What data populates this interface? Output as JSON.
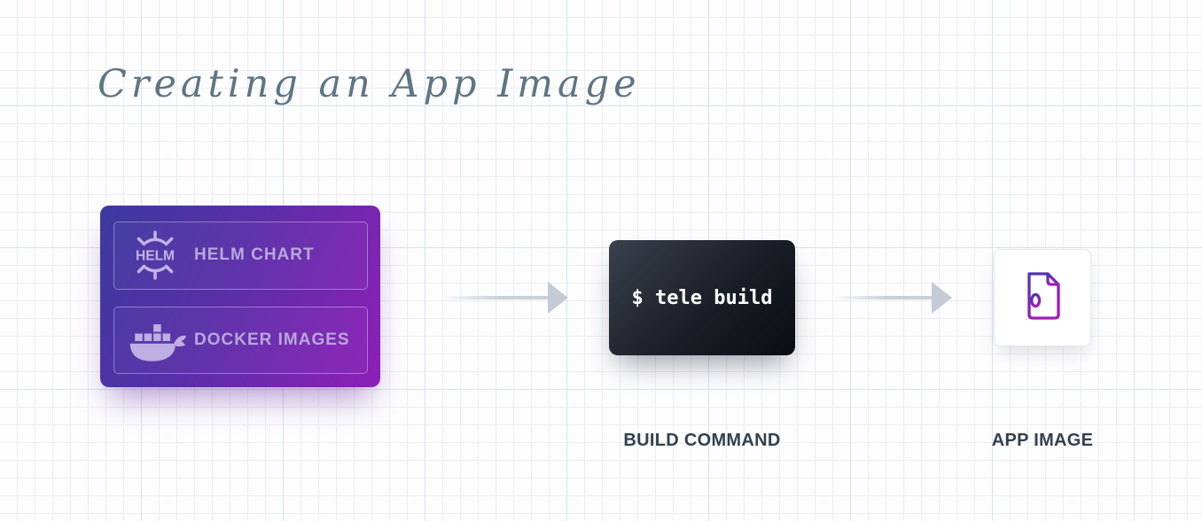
{
  "title": "Creating an App Image",
  "sources": {
    "items": [
      {
        "icon": "helm-icon",
        "icon_text": "HELM",
        "label": "HELM CHART"
      },
      {
        "icon": "docker-icon",
        "label": "DOCKER IMAGES"
      }
    ]
  },
  "terminal": {
    "command": "$ tele build",
    "caption": "BUILD COMMAND"
  },
  "app_image": {
    "icon": "zip-file-icon",
    "caption": "APP IMAGE"
  },
  "colors": {
    "card_gradient_start": "#3c3a9f",
    "card_gradient_end": "#8e1fb7",
    "card_item_text": "#b7a9da",
    "terminal_bg": "#14171d",
    "terminal_text": "#ffffff",
    "caption_text": "#34414e",
    "title_text": "#5e7584",
    "arrow": "#c3ccd5",
    "zip_icon_gradient_start": "#4b36b4",
    "zip_icon_gradient_end": "#a21cb5",
    "grid_major_line": "#d5e3f2",
    "grid_minor_line": "#ecedf2"
  }
}
